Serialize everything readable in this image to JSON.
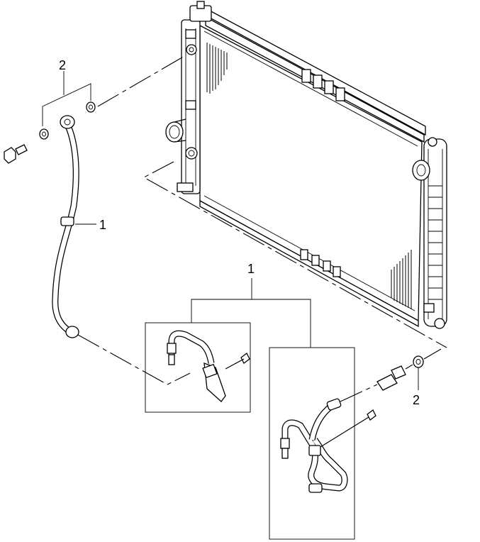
{
  "callouts": {
    "top_left_2": "2",
    "hose_1": "1",
    "center_1": "1",
    "bottom_right_2": "2"
  }
}
